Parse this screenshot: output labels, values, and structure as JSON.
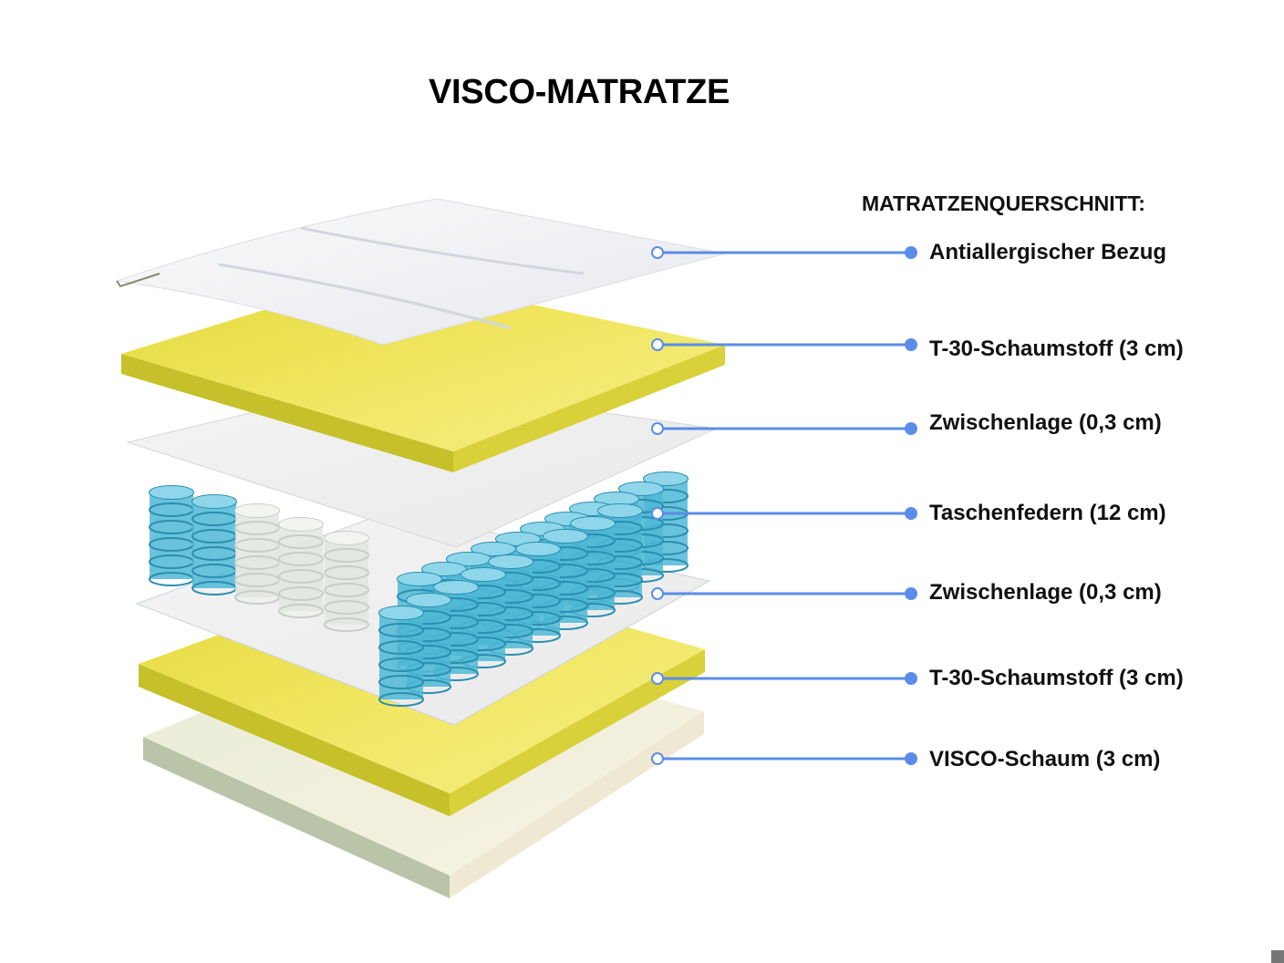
{
  "title": "VISCO-MATRATZE",
  "cross_section": {
    "header": "MATRATZENQUERSCHNITT:",
    "layers": [
      {
        "label": "Antiallergischer Bezug"
      },
      {
        "label": "T-30-Schaumstoff (3 cm)"
      },
      {
        "label": "Zwischenlage (0,3 cm)"
      },
      {
        "label": "Taschenfedern (12 cm)"
      },
      {
        "label": "Zwischenlage (0,3 cm)"
      },
      {
        "label": "T-30-Schaumstoff (3 cm)"
      },
      {
        "label": "VISCO-Schaum (3 cm)"
      }
    ]
  },
  "colors": {
    "callout_line": "#5b8de8",
    "foam_yellow": "#ece35a",
    "spring_blue": "#4fb8d6"
  }
}
